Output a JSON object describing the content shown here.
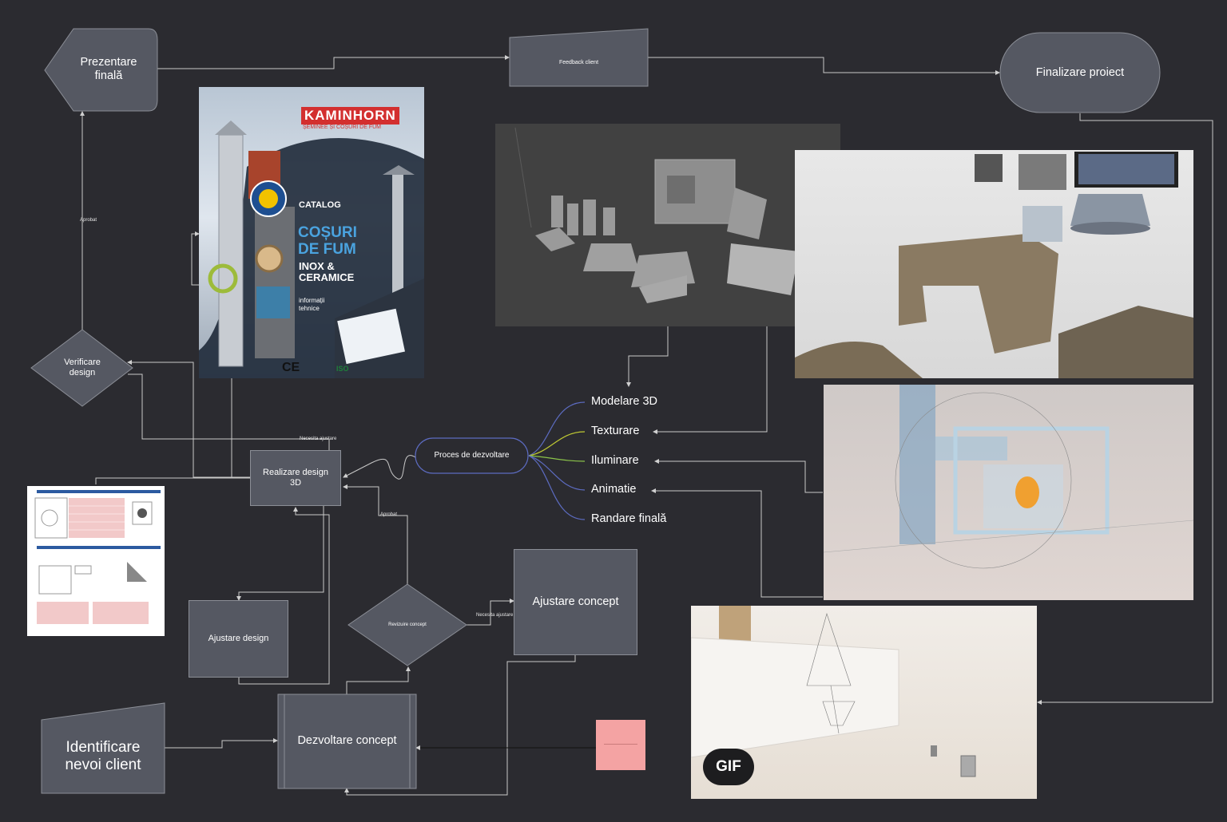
{
  "nodes": {
    "prezentare_finala": "Prezentare\nfinală",
    "feedback_client": "Feedback client",
    "finalizare_proiect": "Finalizare proiect",
    "verificare_design": "Verificare\ndesign",
    "realizare_design_3d": "Realizare design\n3D",
    "proces_de_dezvoltare": "Proces de dezvoltare",
    "ajustare_design": "Ajustare design",
    "revizuire_concept": "Revizuire concept",
    "ajustare_concept": "Ajustare concept",
    "identificare_nevoi_client": "Identificare\nnevoi client",
    "dezvoltare_concept": "Dezvoltare concept"
  },
  "mindmap_branches": [
    "Modelare 3D",
    "Texturare",
    "Iluminare",
    "Animatie",
    "Randare finală"
  ],
  "edge_labels": {
    "aprobat_top": "Aprobat",
    "necesita_ajustare_top": "Necesita ajustare",
    "aprobat_mid": "Aprobat",
    "necesita_ajustare_right": "Necesita ajustare"
  },
  "catalog": {
    "brand": "KAMINHORN",
    "brand_sub": "ȘEMINEE ȘI COȘURI DE FUM",
    "catalog_label": "CATALOG",
    "title_line1": "COȘURI",
    "title_line2": "DE FUM",
    "subtitle_line1": "INOX &",
    "subtitle_line2": "CERAMICE",
    "info_line1": "informații",
    "info_line2": "tehnice",
    "mark_ce": "CE",
    "mark_iso": "ISO"
  },
  "gif_badge": "GIF",
  "colors": {
    "background": "#2b2b30",
    "node_fill": "#555862",
    "node_border": "#8b8e96",
    "connector": "#c9c9c9",
    "mindmap_green": "#8bc34a",
    "mindmap_blue": "#5c6bc0",
    "pink_note": "#f4a3a3",
    "brand_red": "#d32f2f"
  }
}
